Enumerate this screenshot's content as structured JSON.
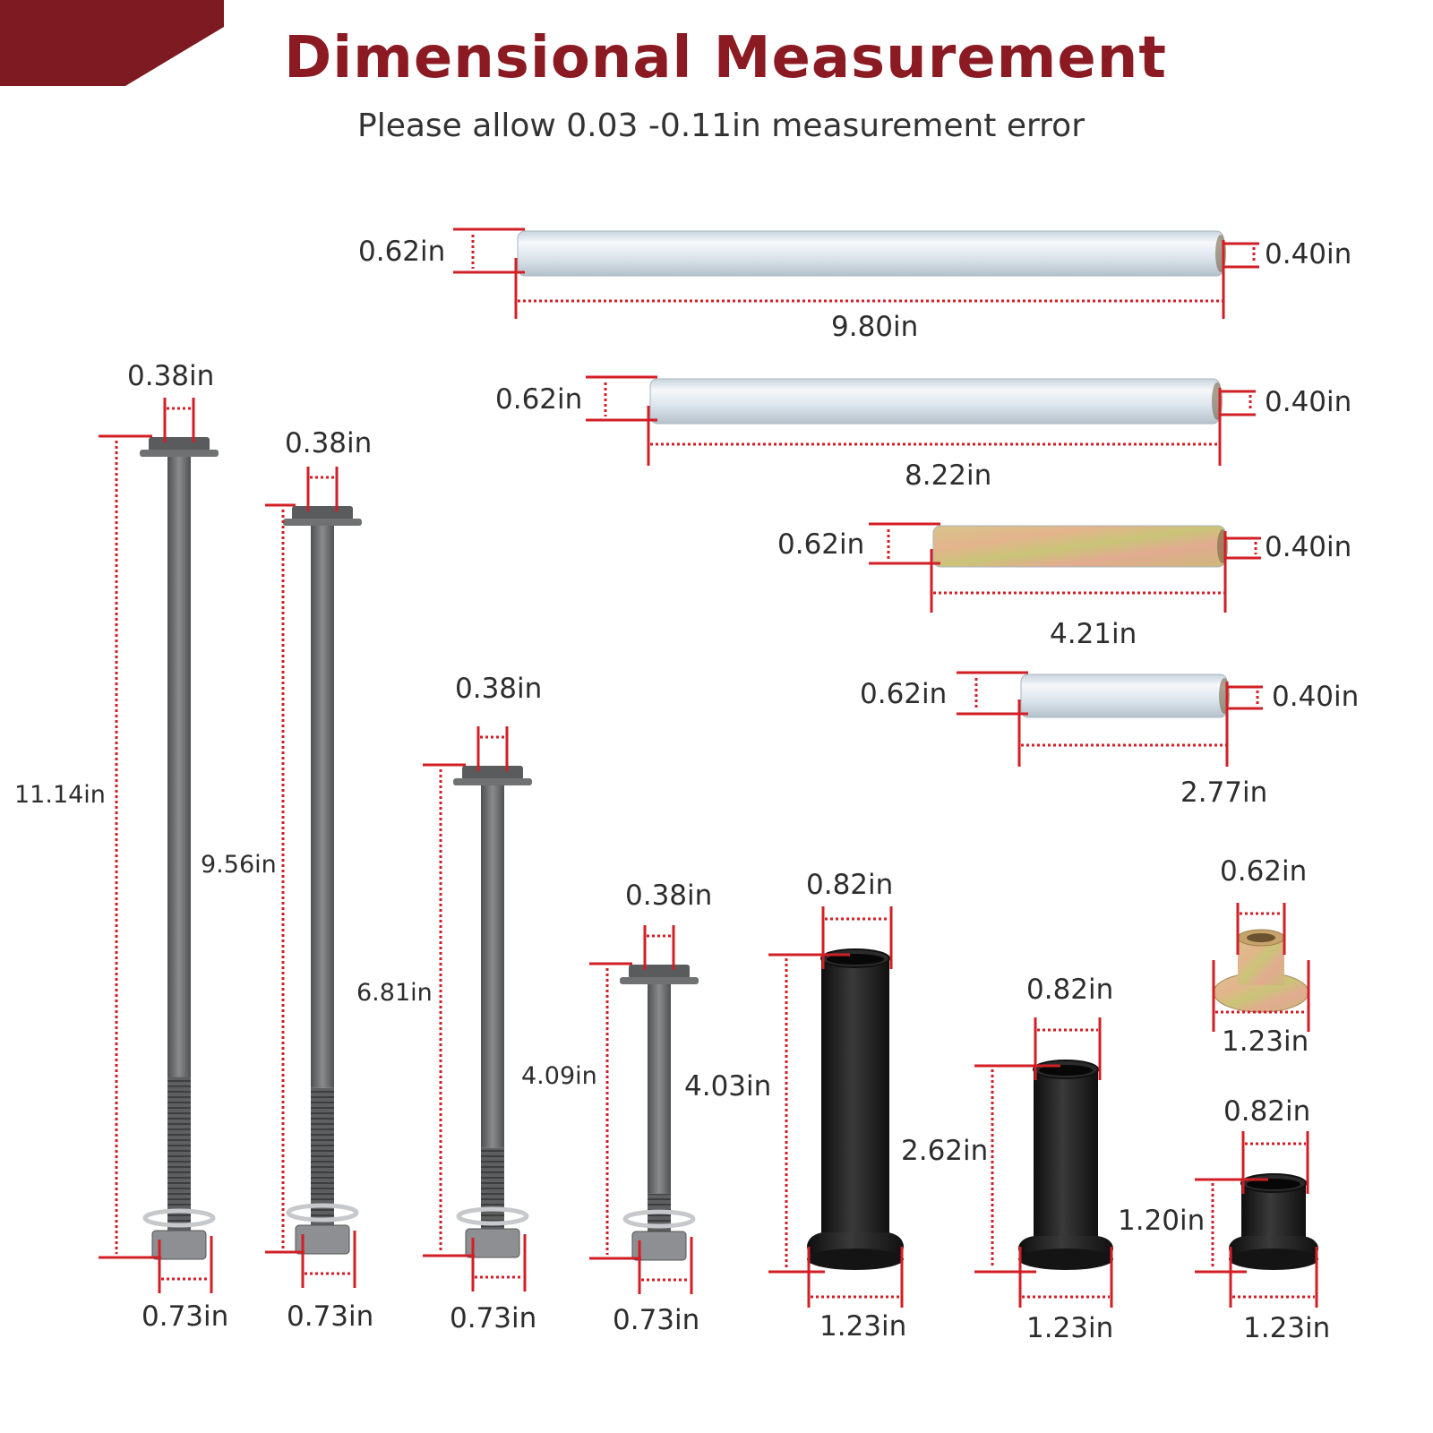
{
  "header": {
    "title": "Dimensional Measurement",
    "subtitle": "Please allow 0.03 -0.11in measurement error"
  },
  "colors": {
    "brand": "#7d1a22",
    "measure_line": "#d21f26",
    "steel_bolt": "#67686a",
    "zinc_tube": "#dfe8ef",
    "bushing": "#1c1c1c"
  },
  "tubes": [
    {
      "outer_diameter": "0.62in",
      "inner_diameter": "0.40in",
      "length": "9.80in"
    },
    {
      "outer_diameter": "0.62in",
      "inner_diameter": "0.40in",
      "length": "8.22in"
    },
    {
      "outer_diameter": "0.62in",
      "inner_diameter": "0.40in",
      "length": "4.21in"
    },
    {
      "outer_diameter": "0.62in",
      "inner_diameter": "0.40in",
      "length": "2.77in"
    }
  ],
  "bolts": [
    {
      "shank_diameter": "0.38in",
      "length": "11.14in",
      "nut_width": "0.73in"
    },
    {
      "shank_diameter": "0.38in",
      "length": "9.56in",
      "nut_width": "0.73in"
    },
    {
      "shank_diameter": "0.38in",
      "length": "6.81in",
      "nut_width": "0.73in"
    },
    {
      "shank_diameter": "0.38in",
      "length": "4.09in",
      "nut_width": "0.73in"
    }
  ],
  "bushings": [
    {
      "top_diameter": "0.82in",
      "height": "4.03in",
      "flange_diameter": "1.23in"
    },
    {
      "top_diameter": "0.82in",
      "height": "2.62in",
      "flange_diameter": "1.23in"
    },
    {
      "top_diameter": "0.82in",
      "height": "1.20in",
      "flange_diameter": "1.23in"
    }
  ],
  "flanged_sleeve": {
    "top_diameter": "0.62in",
    "flange_diameter": "1.23in"
  }
}
